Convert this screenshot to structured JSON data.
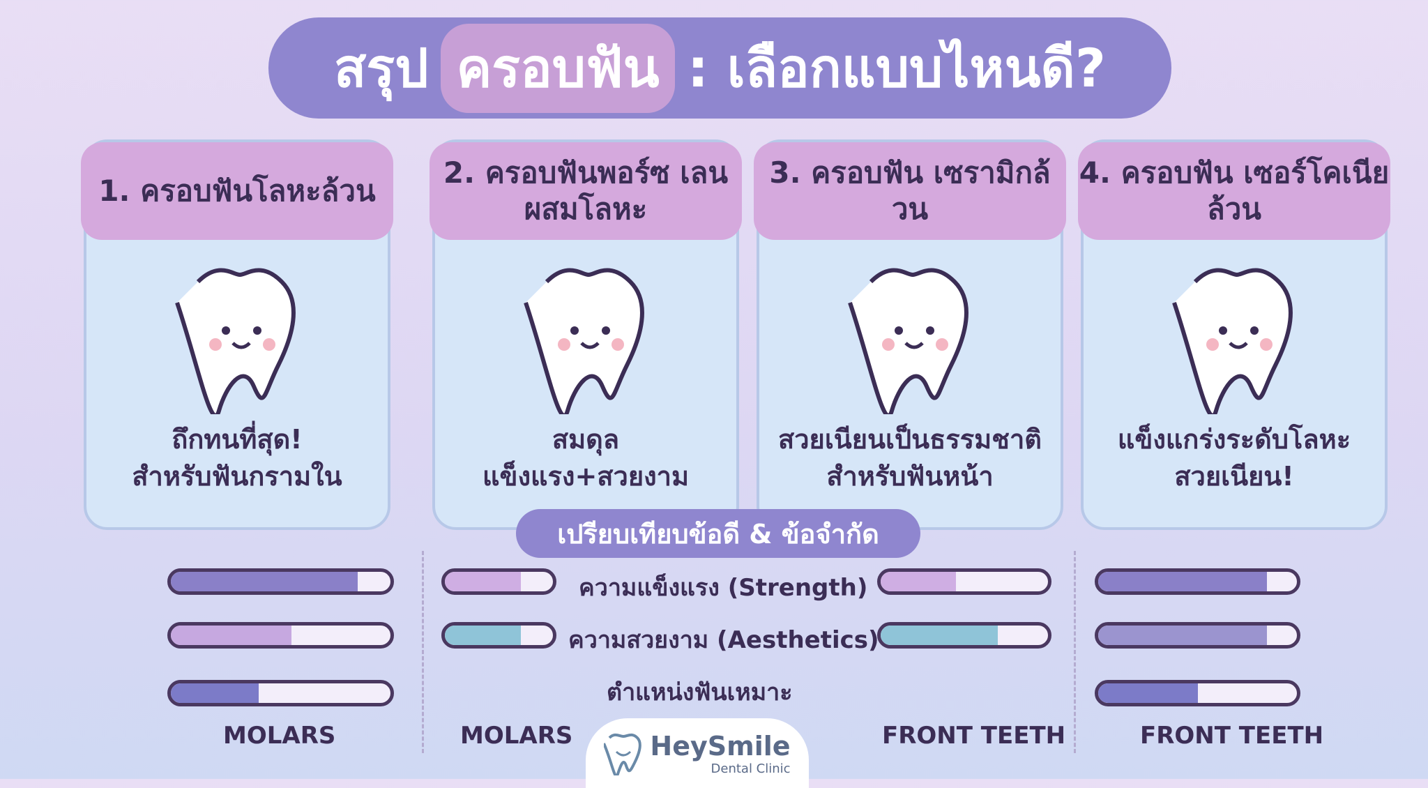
{
  "title": {
    "part1": "สรุป",
    "highlight": "ครอบฟัน",
    "part2": ": เลือกแบบไหนดี?"
  },
  "cards": [
    {
      "heading": "1. ครอบฟันโลหะล้วน",
      "desc1": "ถึกทนที่สุด!",
      "desc2": "สำหรับฟันกรามใน"
    },
    {
      "heading": "2. ครอบฟันพอร์ซ เลนผสมโลหะ",
      "desc1": "สมดุล",
      "desc2": "แข็งแรง+สวยงาม"
    },
    {
      "heading": "3. ครอบฟัน เซรามิกล้วน",
      "desc1": "สวยเนียนเป็นธรรมชาติ",
      "desc2": "สำหรับฟันหน้า"
    },
    {
      "heading": "4. ครอบฟัน เซอร์โคเนียล้วน",
      "desc1": "แข็งแกร่งระดับโลหะ",
      "desc2": "สวยเนียน!"
    }
  ],
  "compare": {
    "title": "เปรียบเทียบข้อดี & ข้อจำกัด",
    "strength_label": "ความแข็งแรง (Strength)",
    "aesthetics_label": "ความสวยงาม (Aesthetics)",
    "position_label": "ตำแหน่งฟันเหมาะ"
  },
  "ratings": [
    {
      "strength": 0.85,
      "aesthetics": 0.55,
      "position": 0.4,
      "position_label": "MOLARS"
    },
    {
      "strength": 0.7,
      "aesthetics": 0.7,
      "position_label": "MOLARS"
    },
    {
      "strength": 0.45,
      "aesthetics": 0.7,
      "position_label": "FRONT TEETH"
    },
    {
      "strength": 0.85,
      "aesthetics": 0.85,
      "position": 0.5,
      "position_label": "FRONT TEETH"
    }
  ],
  "logo": {
    "name": "HeySmile",
    "sub": "Dental Clinic"
  },
  "colors": {
    "title_bg": "#8f86cf",
    "header_bg": "#d5a9dd",
    "card_bg": "#d6e6f8",
    "strength": "#8a80c8",
    "aesthetics": "#8fc4d8"
  }
}
